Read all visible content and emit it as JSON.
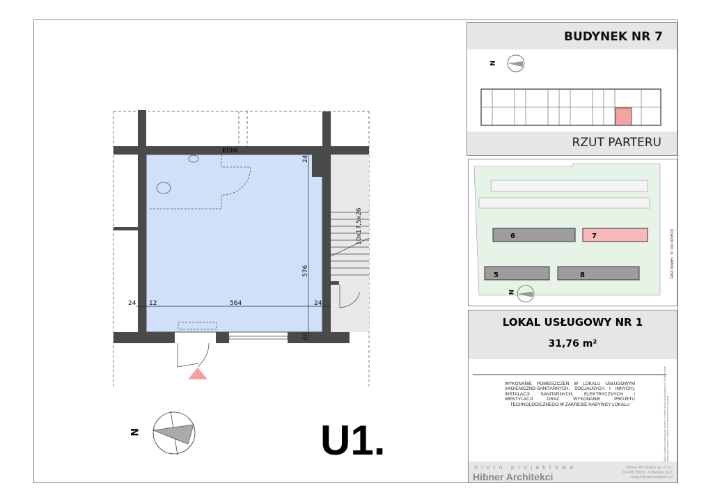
{
  "sheet": {
    "unit_label": "U1.",
    "building_panel": {
      "title": "BUDYNEK NR 7",
      "subtitle": "RZUT PARTERU",
      "compass_letter": "N"
    },
    "site_panel": {
      "buildings": [
        {
          "label": "6"
        },
        {
          "label": "7"
        },
        {
          "label": "5"
        },
        {
          "label": "8"
        }
      ],
      "road_label": "DOJAZD DO UL. GRANICZNEJ",
      "compass_letter": "N",
      "highlight_color": "#f7b9b9",
      "building_color": "#9d9d9d"
    },
    "info_panel": {
      "title": "LOKAL USŁUGOWY NR 1",
      "area": "31,76 m²",
      "note": "WYKONANIE POMIESZCZEŃ W LOKALU USŁUGOWYM (HIGIENICZNO-SANITARNYCH, SOCJALNYCH I INNYCH), INSTALACJI SANITARNYCH, ELEKTRYCZNYCH I WENTYLACJI ORAZ WYKONANIE PROJETU TECHNOLOGICZNEGO W ZAKRESIE NABYWCY LOKALU",
      "side_note": "UWAGA: Wymiary pomieszczeń podane w świetle ścian nieotynkowanych. Powierzchnie pomieszczeń podane w świetle ścian wykończonych tynkiem.",
      "office_tagline": "biuro projektowe",
      "office_name": "Hibner Architekci",
      "office_address": [
        "Hibner Architekci sp. z o.o.",
        "09-400 Płock, ul.Bielska 10/7",
        "www.hibnerarchitekci.pl"
      ]
    },
    "plan": {
      "wall_label": "EI30",
      "stair_label": "10x17,5x26",
      "dimensions": {
        "left_wall": "24",
        "gap": "12",
        "width": "564",
        "right_wall": "24",
        "height": "576",
        "top": "24",
        "bottom": "40"
      },
      "compass_letter": "N",
      "room_color": "#cfe0f8",
      "entrance_marker_color": "#f2a0a0"
    }
  }
}
